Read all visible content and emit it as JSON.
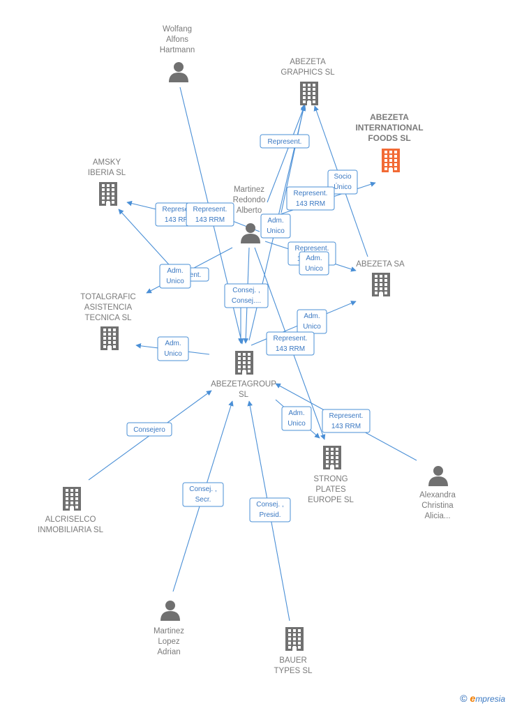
{
  "colors": {
    "edge": "#4a8fd6",
    "building": "#707070",
    "highlight": "#f26a35",
    "person": "#707070"
  },
  "nodes": [
    {
      "id": "wolfgang",
      "type": "person",
      "lines": [
        "Wolfang",
        "Alfons",
        "Hartmann"
      ]
    },
    {
      "id": "graphics",
      "type": "company",
      "lines": [
        "ABEZETA",
        "GRAPHICS  SL"
      ]
    },
    {
      "id": "intl",
      "type": "company",
      "highlight": true,
      "lines": [
        "ABEZETA",
        "INTERNATIONAL",
        "FOODS  SL"
      ]
    },
    {
      "id": "amsky",
      "type": "company",
      "lines": [
        "AMSKY",
        "IBERIA  SL"
      ]
    },
    {
      "id": "martinezR",
      "type": "person",
      "lines": [
        "Martinez",
        "Redondo",
        "Alberto"
      ]
    },
    {
      "id": "abezetasa",
      "type": "company",
      "lines": [
        "ABEZETA SA"
      ]
    },
    {
      "id": "totalgrafic",
      "type": "company",
      "lines": [
        "TOTALGRAFIC",
        "ASISTENCIA",
        "TECNICA  SL"
      ]
    },
    {
      "id": "group",
      "type": "company",
      "lines": [
        "ABEZETAGROUP",
        "SL"
      ]
    },
    {
      "id": "strong",
      "type": "company",
      "lines": [
        "STRONG",
        "PLATES",
        "EUROPE  SL"
      ]
    },
    {
      "id": "alexandra",
      "type": "person",
      "lines": [
        "Alexandra",
        "Christina",
        "Alicia..."
      ]
    },
    {
      "id": "alcriselco",
      "type": "company",
      "lines": [
        "ALCRISELCO",
        "INMOBILIARIA SL"
      ]
    },
    {
      "id": "martinezL",
      "type": "person",
      "lines": [
        "Martinez",
        "Lopez",
        "Adrian"
      ]
    },
    {
      "id": "bauer",
      "type": "company",
      "lines": [
        "BAUER",
        "TYPES SL"
      ]
    }
  ],
  "edge_labels": [
    {
      "id": "e1",
      "lines": [
        "Represent."
      ]
    },
    {
      "id": "e2",
      "lines": [
        "Socio",
        "Único"
      ]
    },
    {
      "id": "e3",
      "lines": [
        "Represent.",
        "143 RRM"
      ]
    },
    {
      "id": "e4",
      "lines": [
        "Represent.",
        "143 RRM"
      ]
    },
    {
      "id": "e5",
      "lines": [
        "Represent.",
        "143 RRM"
      ]
    },
    {
      "id": "e6",
      "lines": [
        "Adm.",
        "Unico"
      ]
    },
    {
      "id": "e7",
      "lines": [
        "Represent.",
        "143 RRM"
      ]
    },
    {
      "id": "e8",
      "lines": [
        "Adm.",
        "Unico"
      ]
    },
    {
      "id": "e9",
      "lines": [
        "Represent."
      ]
    },
    {
      "id": "e10",
      "lines": [
        "Adm.",
        "Unico"
      ]
    },
    {
      "id": "e11",
      "lines": [
        "Consej. ,",
        "Consej...."
      ]
    },
    {
      "id": "e12",
      "lines": [
        "Adm.",
        "Unico"
      ]
    },
    {
      "id": "e13",
      "lines": [
        "Represent.",
        "143 RRM"
      ]
    },
    {
      "id": "e14",
      "lines": [
        "Adm.",
        "Unico"
      ]
    },
    {
      "id": "e15",
      "lines": [
        "Adm.",
        "Unico"
      ]
    },
    {
      "id": "e16",
      "lines": [
        "Represent.",
        "143 RRM"
      ]
    },
    {
      "id": "e17",
      "lines": [
        "Consejero"
      ]
    },
    {
      "id": "e18",
      "lines": [
        "Consej. ,",
        "Secr."
      ]
    },
    {
      "id": "e19",
      "lines": [
        "Consej. ,",
        "Presid."
      ]
    }
  ],
  "footer": {
    "copyright": "©",
    "brand_initial": "e",
    "brand_rest": "mpresia"
  }
}
